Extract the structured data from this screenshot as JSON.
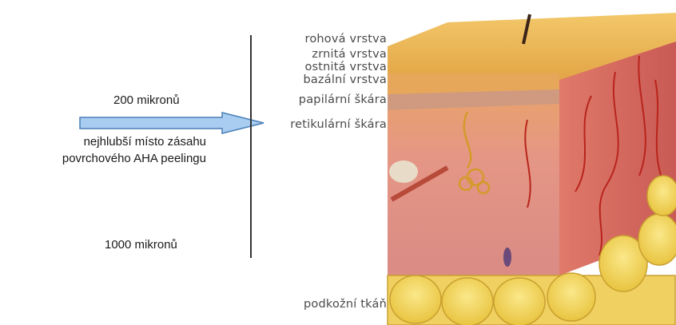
{
  "depth_markers": {
    "marker_200": "200 mikronů",
    "marker_1000": "1000 mikronů"
  },
  "annotation": {
    "line1": "nejhlubší místo zásahu",
    "line2": "povrchového AHA peelingu"
  },
  "layers": {
    "rohova": "rohová vrstva",
    "zrnita": "zrnitá vrstva",
    "ostnita": "ostnitá vrstva",
    "bazalni": "bazální vrstva",
    "papilarni": "papilární škára",
    "retikularni": "retikulární škára",
    "podkozni": "podkožní tkáň"
  },
  "colors": {
    "arrow_fill": "#a9cdf0",
    "arrow_stroke": "#4a7fb8"
  }
}
